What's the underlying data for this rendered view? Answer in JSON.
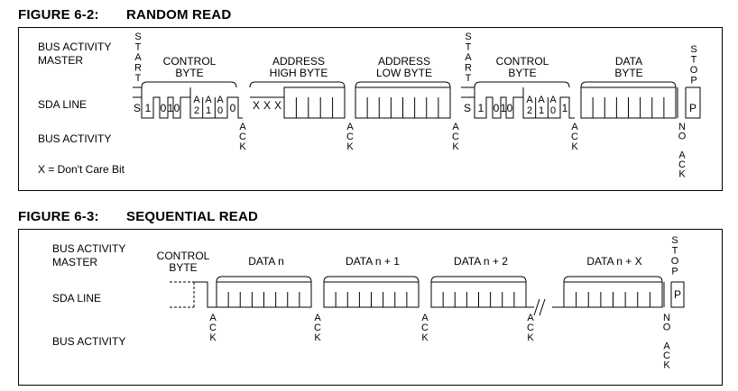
{
  "figure_1": {
    "number": "FIGURE 6-2:",
    "title": "RANDOM READ",
    "labels": {
      "bus_activity_master_line1": "BUS ACTIVITY",
      "bus_activity_master_line2": "MASTER",
      "sda_line": "SDA LINE",
      "bus_activity": "BUS ACTIVITY",
      "legend": "X = Don't Care Bit"
    },
    "segments": [
      {
        "name": "CONTROL BYTE",
        "line1": "CONTROL",
        "line2": "BYTE"
      },
      {
        "name": "ADDRESS HIGH BYTE",
        "line1": "ADDRESS",
        "line2": "HIGH BYTE"
      },
      {
        "name": "ADDRESS LOW BYTE",
        "line1": "ADDRESS",
        "line2": "LOW BYTE"
      },
      {
        "name": "CONTROL BYTE",
        "line1": "CONTROL",
        "line2": "BYTE"
      },
      {
        "name": "DATA BYTE",
        "line1": "DATA",
        "line2": "BYTE"
      }
    ],
    "start_label": "START",
    "stop_label": "STOP",
    "ack_label": "ACK",
    "no_ack_label": "NO ACK",
    "start_bit": "S",
    "stop_bit": "P",
    "control_bits": [
      "1",
      "0",
      "1",
      "0"
    ],
    "address_bits": [
      {
        "top": "A",
        "bottom": "2"
      },
      {
        "top": "A",
        "bottom": "1"
      },
      {
        "top": "A",
        "bottom": "0"
      }
    ],
    "rw_write": "0",
    "rw_read": "1",
    "dont_care_bits": [
      "X",
      "X",
      "X"
    ]
  },
  "figure_2": {
    "number": "FIGURE 6-3:",
    "title": "SEQUENTIAL READ",
    "labels": {
      "bus_activity_master_line1": "BUS ACTIVITY",
      "bus_activity_master_line2": "MASTER",
      "sda_line": "SDA LINE",
      "bus_activity": "BUS ACTIVITY"
    },
    "control_line1": "CONTROL",
    "control_line2": "BYTE",
    "data_labels": [
      "DATA n",
      "DATA n + 1",
      "DATA n + 2",
      "DATA n + X"
    ],
    "stop_label": "STOP",
    "stop_bit": "P",
    "ack_label": "ACK",
    "no_ack_label": "NO ACK"
  }
}
